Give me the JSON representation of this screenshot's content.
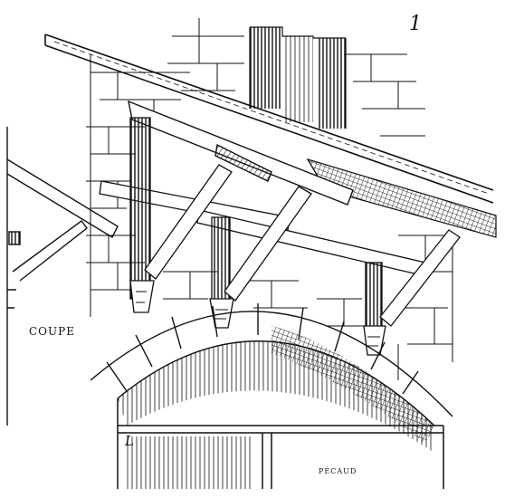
{
  "figure": {
    "number_label": "1",
    "section_label": "COUPE",
    "signature": "PÉCAUD",
    "corner_mark": "L"
  },
  "colors": {
    "ink": "#111111",
    "paper": "#ffffff"
  }
}
